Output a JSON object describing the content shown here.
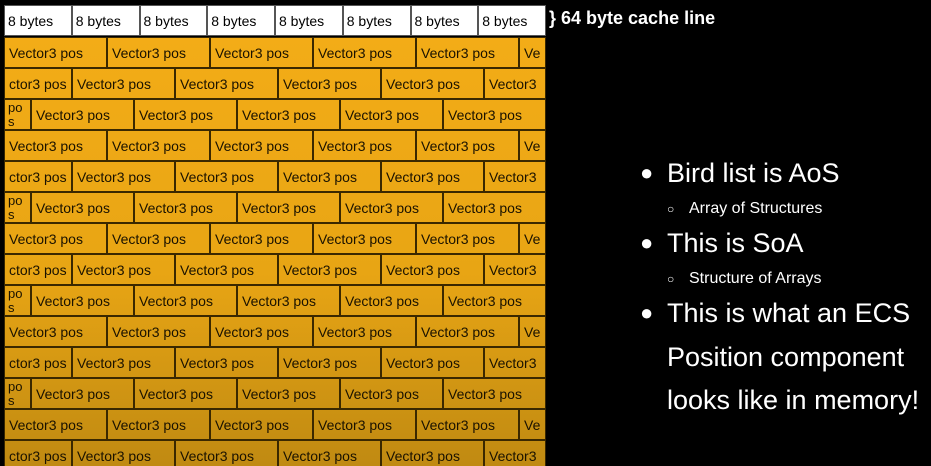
{
  "header": {
    "cells": [
      "8 bytes",
      "8 bytes",
      "8 bytes",
      "8 bytes",
      "8 bytes",
      "8 bytes",
      "8 bytes",
      "8 bytes"
    ],
    "cache_label": "} 64 byte cache line"
  },
  "grid": {
    "full_label": "Vector3 pos",
    "row_pattern_a": [
      "Vector3 pos",
      "Vector3 pos",
      "Vector3 pos",
      "Vector3 pos",
      "Vector3 pos",
      "Ve"
    ],
    "row_pattern_b": [
      "ctor3 pos",
      "Vector3 pos",
      "Vector3 pos",
      "Vector3 pos",
      "Vector3 pos",
      "Vector3"
    ],
    "row_pattern_c_lead": [
      "po",
      "s"
    ],
    "row_pattern_c": [
      "Vector3 pos",
      "Vector3 pos",
      "Vector3 pos",
      "Vector3 pos",
      "Vector3 pos"
    ],
    "row_count": 14
  },
  "bullets": {
    "items": [
      {
        "text": "Bird list is AoS",
        "sub": "Array of Structures"
      },
      {
        "text": "This is SoA",
        "sub": "Structure of Arrays"
      },
      {
        "text": "This is what an ECS",
        "continuation": [
          "Position component",
          "looks like in memory!"
        ]
      }
    ]
  },
  "colors": {
    "cell_fill": "#f3ac17",
    "background": "#000000",
    "text_light": "#ffffff"
  }
}
